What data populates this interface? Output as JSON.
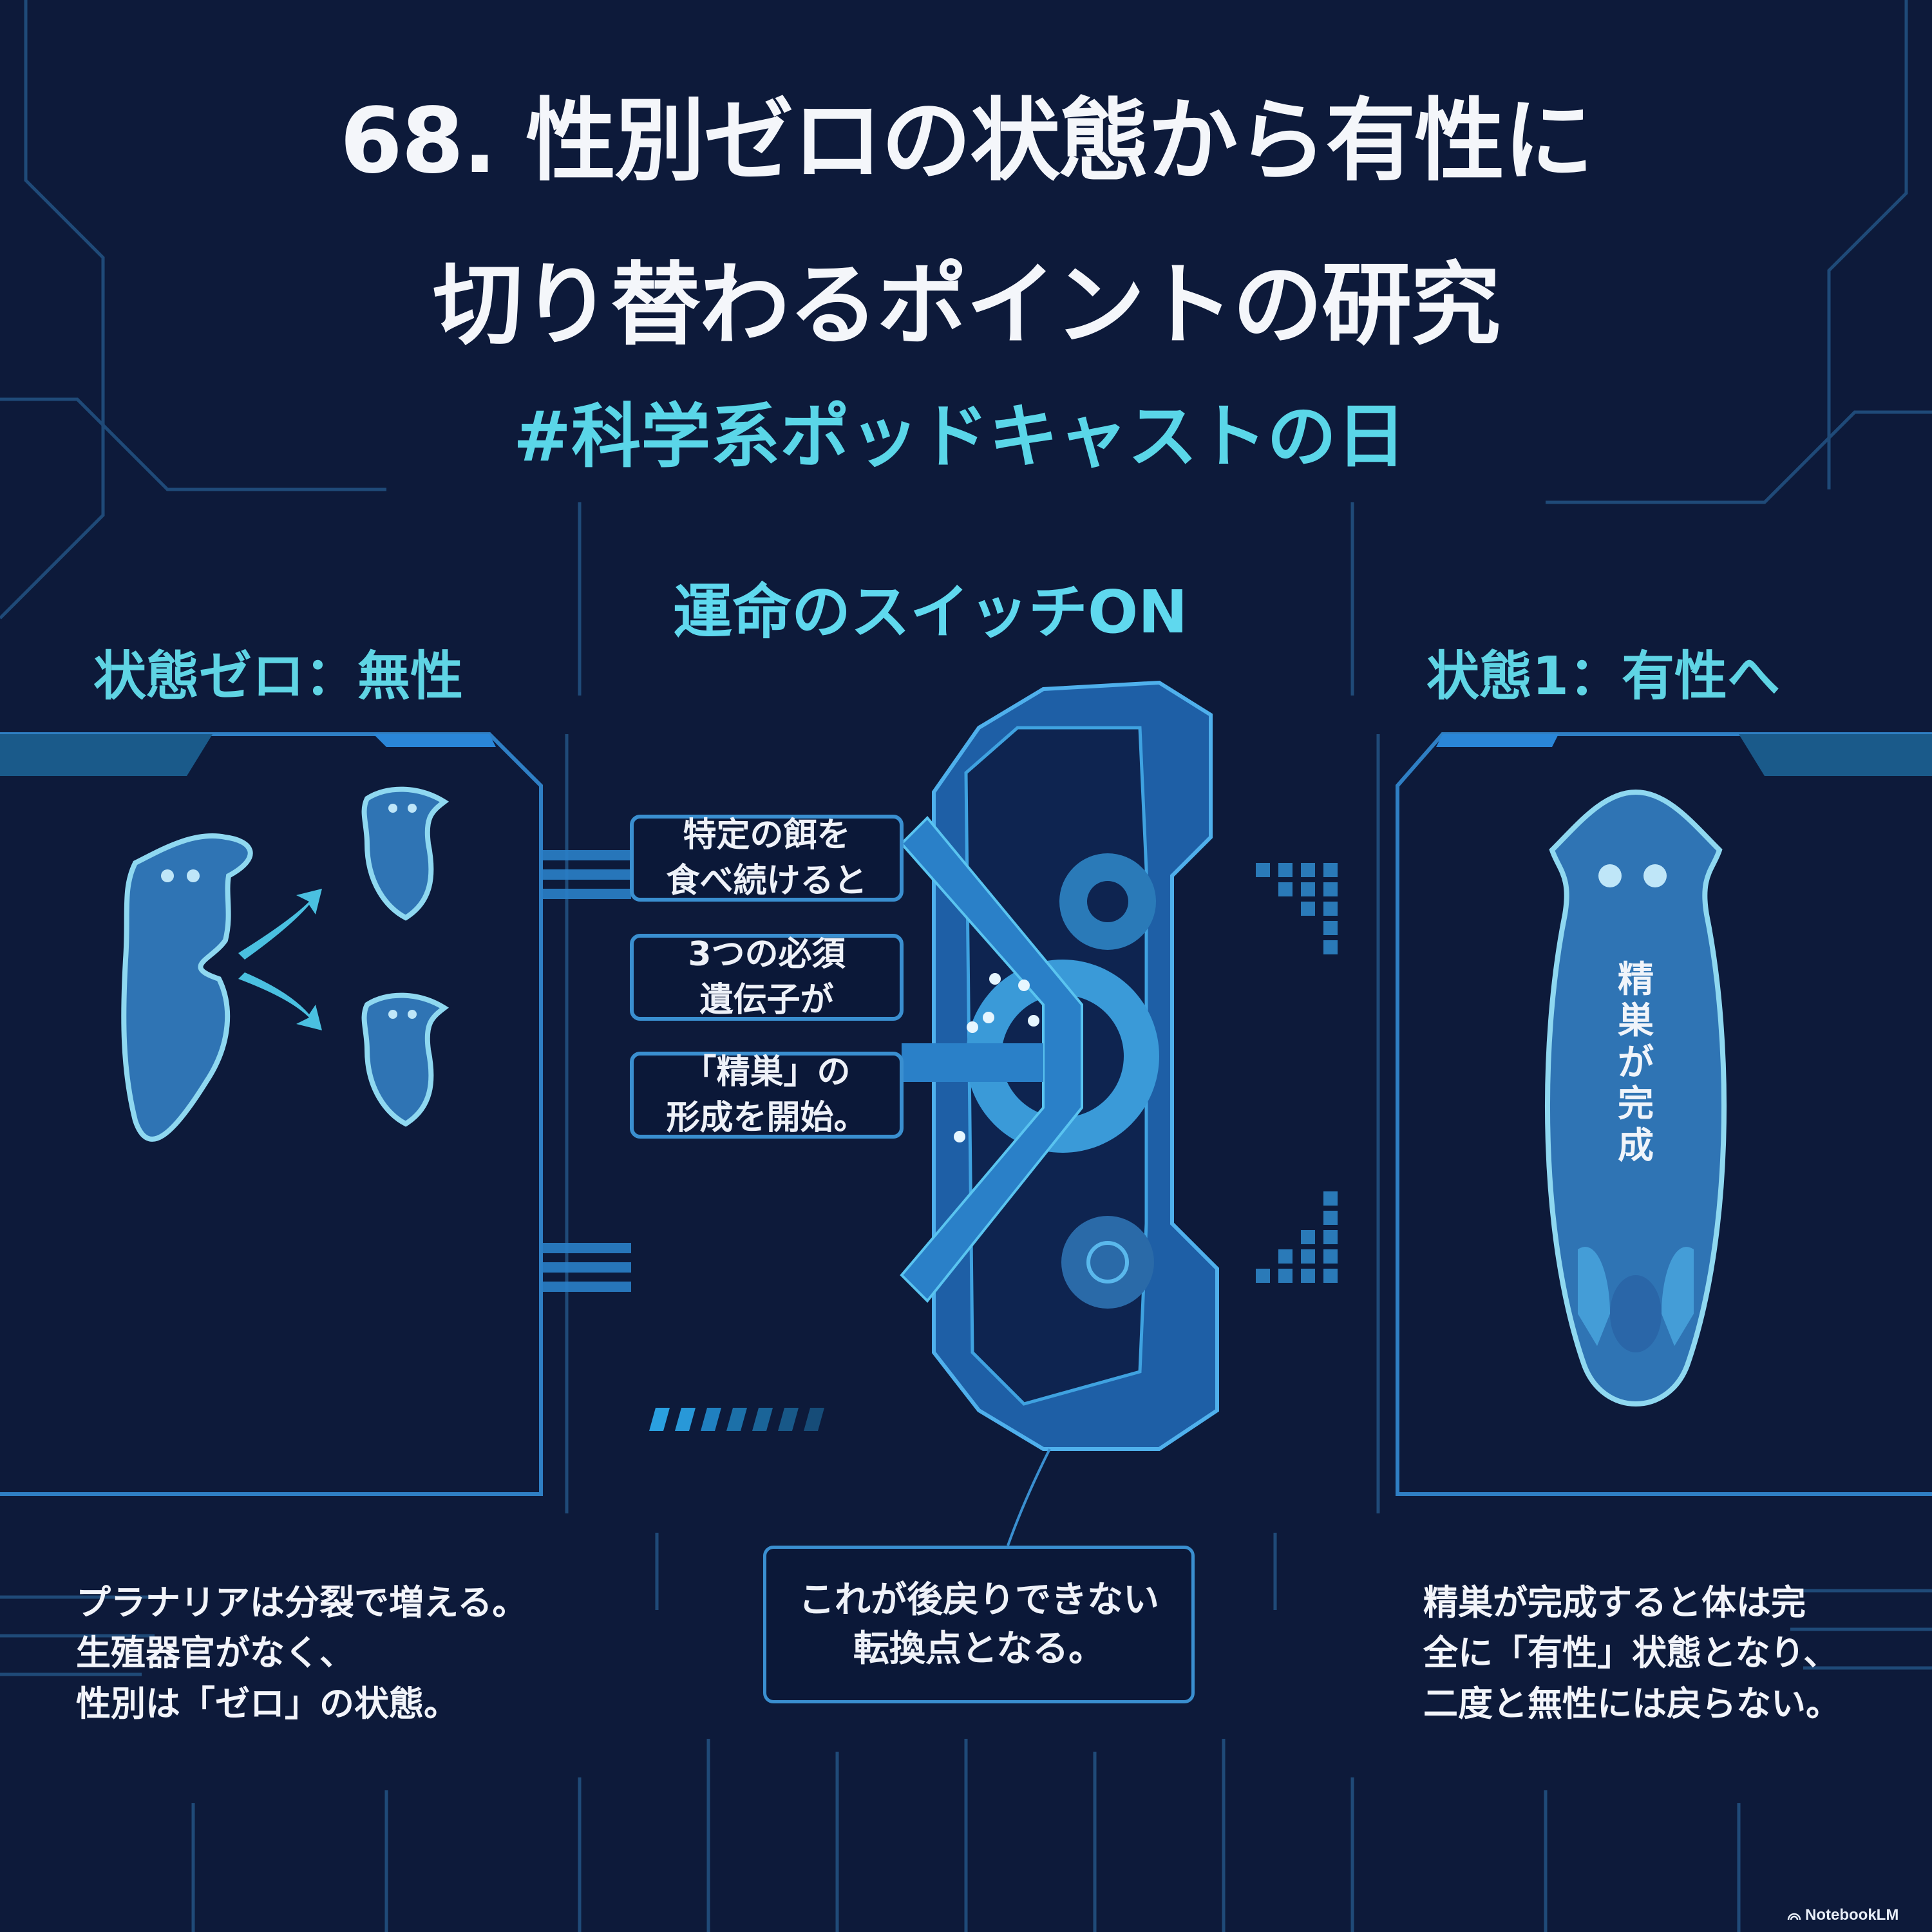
{
  "header": {
    "title_line1": "68. 性別ゼロの状態から有性に",
    "title_line2": "切り替わるポイントの研究",
    "hashtag": "#科学系ポッドキャストの日"
  },
  "left_panel": {
    "heading": "状態ゼロ：無性",
    "description_lines": [
      "プラナリアは分裂で増える。",
      "生殖器官がなく、",
      "性別は「ゼロ」の状態。"
    ]
  },
  "center_panel": {
    "heading": "運命のスイッチON",
    "steps": [
      {
        "line1": "特定の餌を",
        "line2": "食べ続けると"
      },
      {
        "line1": "3つの必須",
        "line2": "遺伝子が"
      },
      {
        "line1": "「精巣」の",
        "line2": "形成を開始。"
      }
    ],
    "callout_lines": [
      "これが後戻りできない",
      "転換点となる。"
    ]
  },
  "right_panel": {
    "heading": "状態1：有性へ",
    "body_label_chars": [
      "精",
      "巣",
      "が",
      "完",
      "成"
    ],
    "description_lines": [
      "精巣が完成すると体は完",
      "全に「有性」状態となり、",
      "二度と無性には戻らない。"
    ]
  },
  "footer": {
    "brand": "NotebookLM",
    "brand_icon": "notebooklm-logo-icon"
  },
  "colors": {
    "background": "#0d1a3a",
    "accent_cyan": "#5fd4e4",
    "accent_blue": "#3a8fd0",
    "worm_fill": "#2f74b4",
    "worm_outline": "#8fd8f0",
    "text_white": "#f2f4fa"
  }
}
